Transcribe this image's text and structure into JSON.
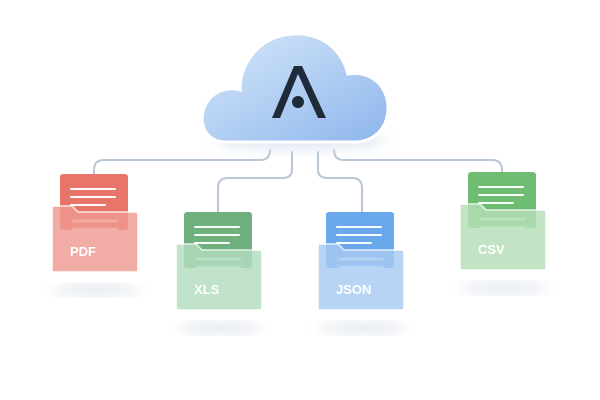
{
  "logo": {
    "letter": "A",
    "icon": "cloud-icon"
  },
  "files": [
    {
      "id": "pdf",
      "label": "PDF",
      "icon": "document-icon",
      "color_sheet": "#e9756a",
      "color_pocket": "#ee9a92"
    },
    {
      "id": "xls",
      "label": "XLS",
      "icon": "document-icon",
      "color_sheet": "#6fb07f",
      "color_pocket": "#b4dcbf"
    },
    {
      "id": "json",
      "label": "JSON",
      "icon": "document-icon",
      "color_sheet": "#6aa8ec",
      "color_pocket": "#a9cbf2"
    },
    {
      "id": "csv",
      "label": "CSV",
      "icon": "document-icon",
      "color_sheet": "#6fbd73",
      "color_pocket": "#b6dfb8"
    }
  ],
  "colors": {
    "cloud_top": "#cfe3f8",
    "cloud_bottom": "#8fb8ec",
    "connector": "#b9c6d6",
    "logo_mark": "#1f2a3a"
  }
}
